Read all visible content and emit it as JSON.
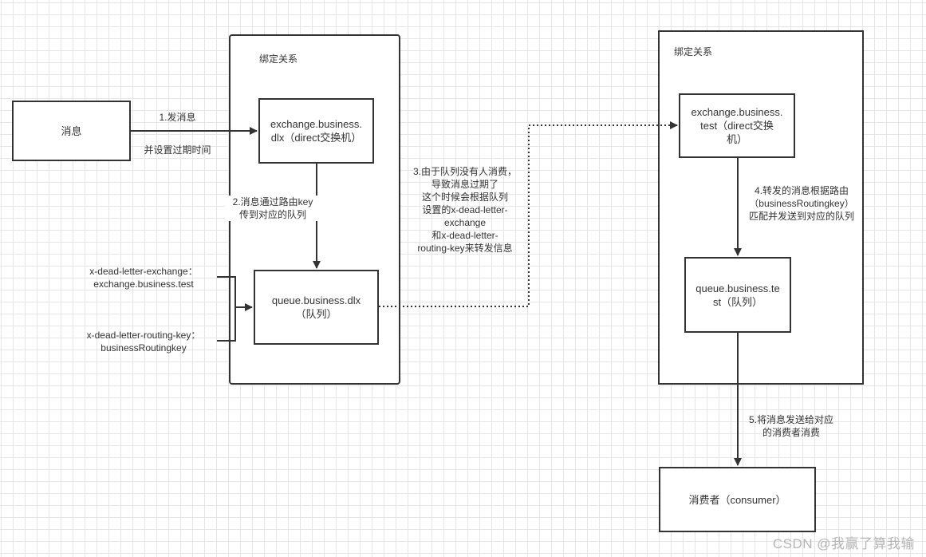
{
  "groups": {
    "left": {
      "title": "绑定关系"
    },
    "right": {
      "title": "绑定关系"
    }
  },
  "nodes": {
    "message": "消息",
    "exchange_dlx": "exchange.business.\ndlx（direct交换机）",
    "queue_dlx": "queue.business.dlx\n（队列）",
    "exchange_test": "exchange.business.\ntest（direct交换\n机）",
    "queue_test": "queue.business.te\nst（队列）",
    "consumer": "消费者（consumer）"
  },
  "labels": {
    "step1_top": "1.发消息",
    "step1_bottom": "并设置过期时间",
    "step2": "2.消息通过路由key\n传到对应的队列",
    "step3": "3.由于队列没有人消费，\n导致消息过期了\n这个时候会根据队列\n设置的x-dead-letter-\nexchange\n和x-dead-letter-\nrouting-key来转发信息",
    "step4": "4.转发的消息根据路由\n（businessRoutingkey）\n匹配并发送到对应的队列",
    "step5": "5.将消息发送给对应\n的消费者消费",
    "dlx_exchange_arg": "x-dead-letter-exchange：\nexchange.business.test",
    "dlx_routing_arg": "x-dead-letter-routing-key：\nbusinessRoutingkey"
  },
  "watermark": "CSDN @我赢了算我输",
  "colors": {
    "stroke": "#333333",
    "grid": "#e6e6e6",
    "watermark": "#b5b5b5"
  }
}
